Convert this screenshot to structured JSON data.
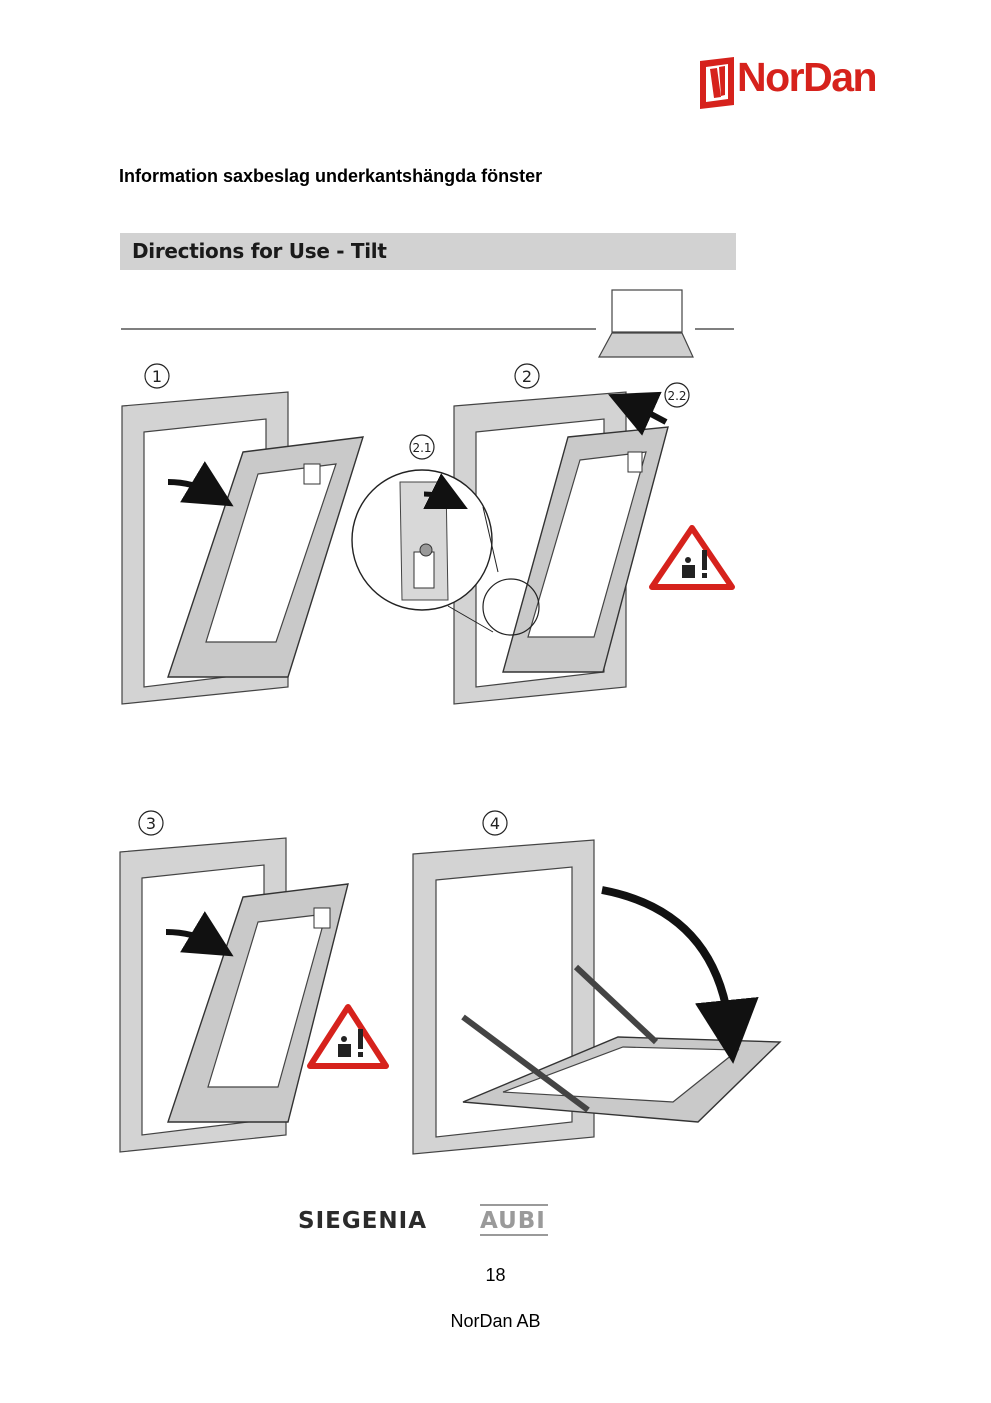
{
  "header": {
    "logo_text": "NorDan",
    "logo_color": "#d6221c"
  },
  "heading": "Information saxbeslag underkantshängda fönster",
  "figure": {
    "banner_title": "Directions for Use - Tilt",
    "steps": [
      "1",
      "2",
      "3",
      "4"
    ],
    "sub_steps": [
      "2.1",
      "2.2"
    ],
    "warning_icon": "weight-warning-icon",
    "brand_left": "SIEGENIA",
    "brand_right": "AUBI"
  },
  "footer": {
    "page_number": "18",
    "company": "NorDan AB"
  }
}
